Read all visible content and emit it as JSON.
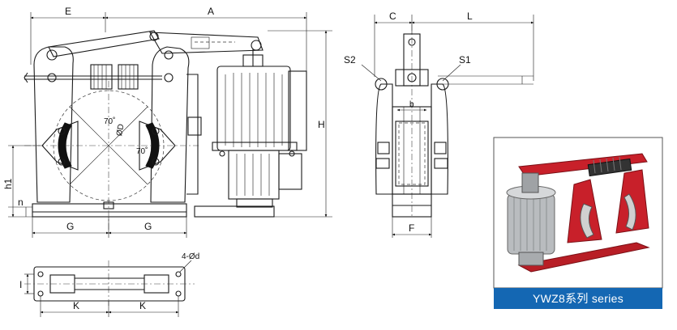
{
  "labels": {
    "E": "E",
    "A": "A",
    "H": "H",
    "h1": "h1",
    "n": "n",
    "G_left": "G",
    "G_right": "G",
    "angle_top": "70˚",
    "angle_right": "70˚",
    "diameter": "ØD",
    "C": "C",
    "L": "L",
    "S1": "S1",
    "S2": "S2",
    "b": "b",
    "F": "F",
    "bolt_holes": "4-Ød",
    "I": "I",
    "K_left": "K",
    "K_right": "K"
  },
  "product": {
    "caption": "YWZ8系列 series"
  },
  "colors": {
    "caption_bg": "#1467b3",
    "brake_red": "#c8202a",
    "thruster_silver": "#b9bcbf"
  }
}
